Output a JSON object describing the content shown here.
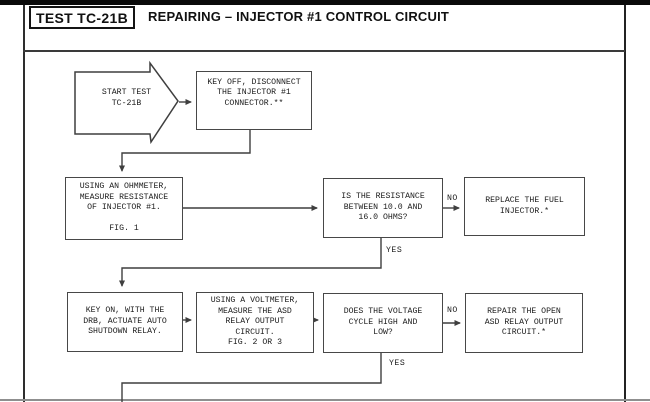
{
  "header": {
    "test_label": "TEST TC-21B",
    "title": "REPAIRING – INJECTOR #1 CONTROL CIRCUIT"
  },
  "flowchart": {
    "start": "START TEST\nTC-21B",
    "boxes": {
      "key_off": "KEY OFF, DISCONNECT\nTHE INJECTOR #1\nCONNECTOR.**",
      "ohmmeter": "USING AN OHMMETER,\nMEASURE RESISTANCE\nOF INJECTOR #1.\n\nFIG. 1",
      "resistance_question": "IS THE RESISTANCE\nBETWEEN 10.0 AND\n16.0 OHMS?",
      "replace_injector": "REPLACE THE FUEL\nINJECTOR.*",
      "key_on": "KEY ON, WITH THE\nDRB, ACTUATE AUTO\nSHUTDOWN RELAY.",
      "voltmeter": "USING A VOLTMETER,\nMEASURE THE ASD\nRELAY OUTPUT\nCIRCUIT.\nFIG. 2 OR 3",
      "voltage_question": "DOES THE VOLTAGE\nCYCLE HIGH AND\nLOW?",
      "repair_asd": "REPAIR THE OPEN\nASD RELAY OUTPUT\nCIRCUIT.*"
    },
    "labels": {
      "no_resistance": "NO",
      "yes_resistance": "YES",
      "no_voltage": "NO",
      "yes_voltage": "YES"
    }
  },
  "colors": {
    "bar": "#0a0a0a",
    "line": "#3f3f3f",
    "ink": "#1b1b1b",
    "page": "#ffffff",
    "greyline": "#8f8f8f"
  }
}
